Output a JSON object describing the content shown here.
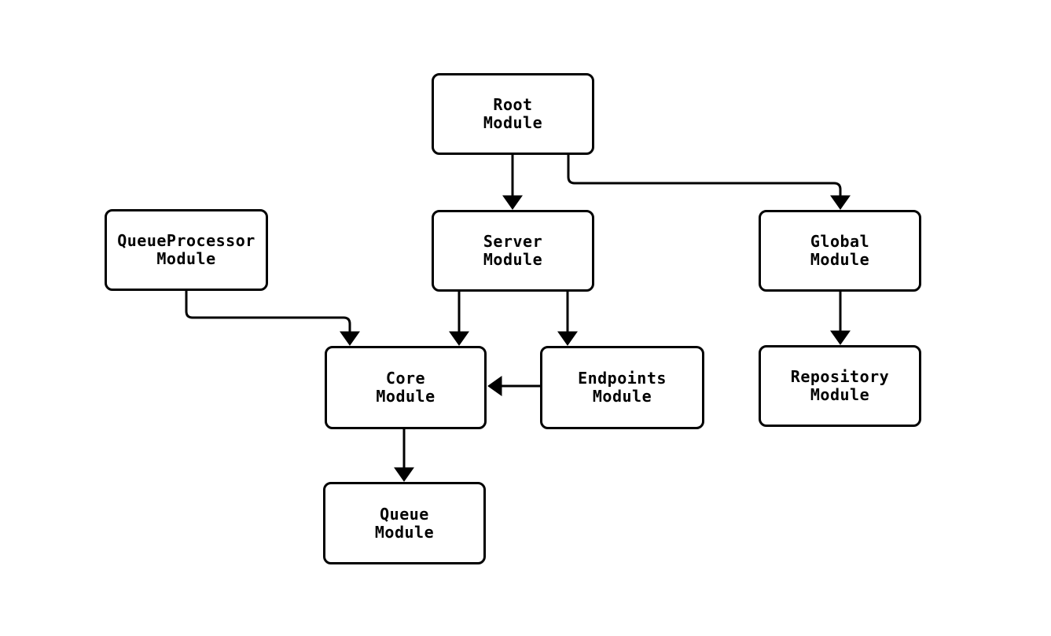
{
  "diagram": {
    "type": "module-dependency-graph",
    "background_color": "#ffffff",
    "node_fill_color": "#ffffff",
    "stroke_color": "#000000",
    "nodes": [
      {
        "id": "root",
        "line1": "Root",
        "line2": "Module"
      },
      {
        "id": "queueprocessor",
        "line1": "QueueProcessor",
        "line2": "Module"
      },
      {
        "id": "server",
        "line1": "Server",
        "line2": "Module"
      },
      {
        "id": "global",
        "line1": "Global",
        "line2": "Module"
      },
      {
        "id": "core",
        "line1": "Core",
        "line2": "Module"
      },
      {
        "id": "endpoints",
        "line1": "Endpoints",
        "line2": "Module"
      },
      {
        "id": "repository",
        "line1": "Repository",
        "line2": "Module"
      },
      {
        "id": "queue",
        "line1": "Queue",
        "line2": "Module"
      }
    ],
    "edges": [
      {
        "from": "root",
        "to": "server"
      },
      {
        "from": "root",
        "to": "global"
      },
      {
        "from": "queueprocessor",
        "to": "core"
      },
      {
        "from": "server",
        "to": "core"
      },
      {
        "from": "server",
        "to": "endpoints"
      },
      {
        "from": "endpoints",
        "to": "core"
      },
      {
        "from": "global",
        "to": "repository"
      },
      {
        "from": "core",
        "to": "queue"
      }
    ]
  }
}
